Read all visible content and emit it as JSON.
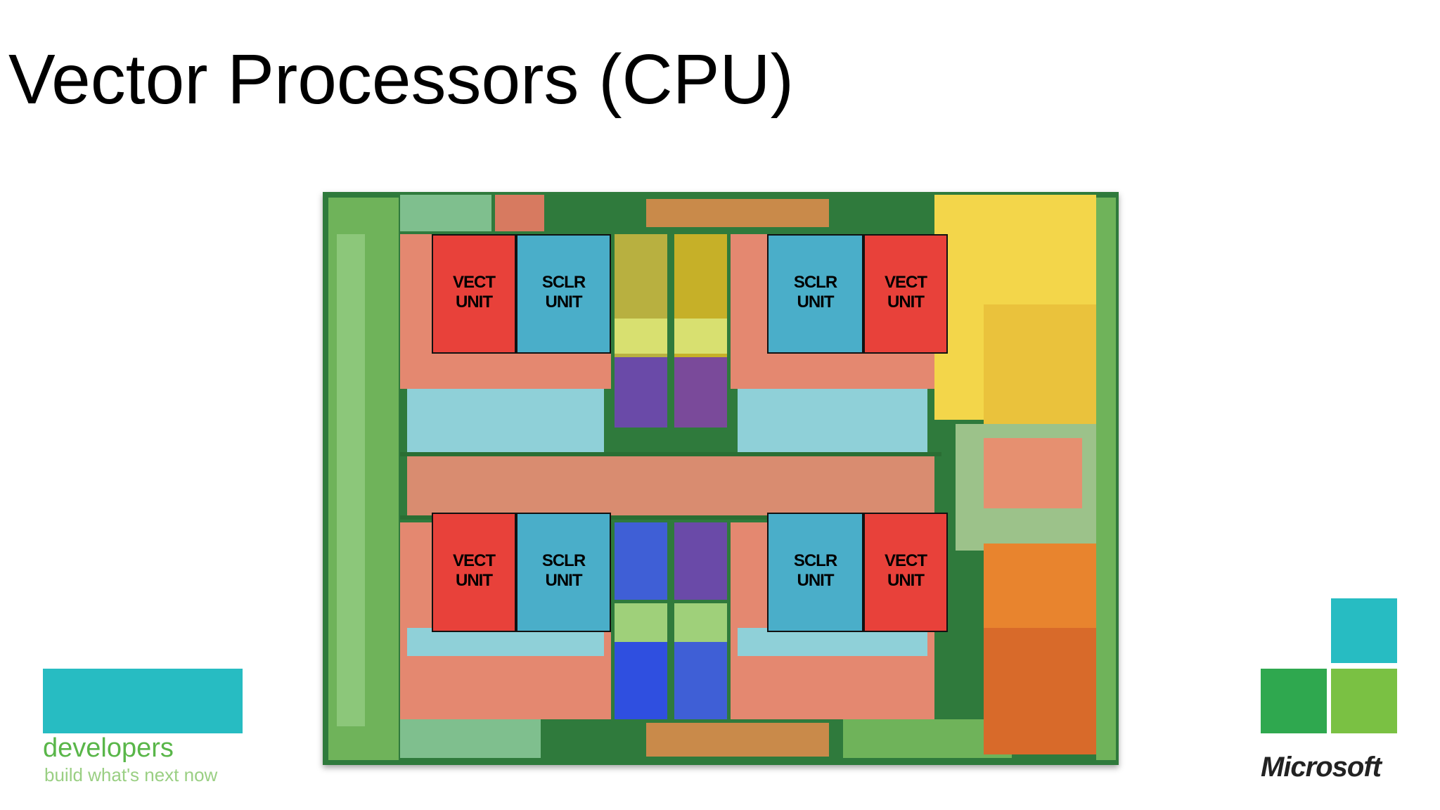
{
  "slide": {
    "title": "Vector Processors (CPU)"
  },
  "die_photo": {
    "units": [
      {
        "label": "VECT\nUNIT",
        "kind": "vector"
      },
      {
        "label": "SCLR\nUNIT",
        "kind": "scalar"
      },
      {
        "label": "SCLR\nUNIT",
        "kind": "scalar"
      },
      {
        "label": "VECT\nUNIT",
        "kind": "vector"
      },
      {
        "label": "VECT\nUNIT",
        "kind": "vector"
      },
      {
        "label": "SCLR\nUNIT",
        "kind": "scalar"
      },
      {
        "label": "SCLR\nUNIT",
        "kind": "scalar"
      },
      {
        "label": "VECT\nUNIT",
        "kind": "vector"
      }
    ],
    "colors": {
      "vector_unit": "#e8413a",
      "scalar_unit": "#4aaec9",
      "substrate": "#2f7a3c",
      "logic": "#e48870",
      "cache_yellow": "#f3d64a",
      "cache_blue": "#3f5fd6",
      "cache_purple": "#6a4aa8",
      "io_green": "#6fb35a"
    }
  },
  "developers_logo": {
    "word": "developers",
    "tagline": "build what's next now",
    "colors": {
      "bar": "#27bcc2",
      "word": "#59b649",
      "tagline": "#9acf83"
    }
  },
  "microsoft_logo": {
    "wordmark": "Microsoft",
    "colors": {
      "tile_top": "#27bcc2",
      "tile_left": "#2fa84f",
      "tile_right": "#7ac143"
    }
  }
}
